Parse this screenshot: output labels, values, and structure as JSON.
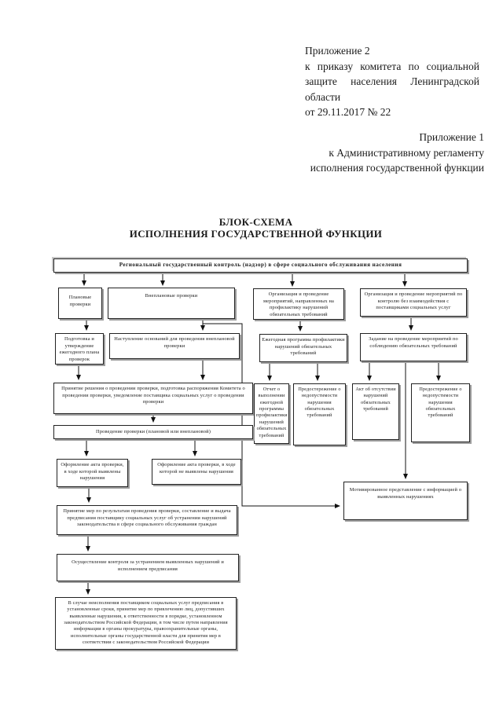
{
  "document": {
    "stamp": {
      "lines": [
        "Приложение 2",
        "к приказу комитета по социальной",
        "защите населения Ленинградской",
        "области",
        "от 29.11.2017 № 22"
      ]
    },
    "appendix": {
      "lines": [
        "Приложение 1",
        "к Административному регламенту",
        "исполнения государственной функции"
      ]
    },
    "title": {
      "line1": "БЛОК-СХЕМА",
      "line2": "ИСПОЛНЕНИЯ ГОСУДАРСТВЕННОЙ ФУНКЦИИ"
    }
  },
  "flowchart": {
    "banner": "Региональный государственный контроль (надзор) в сфере социального обслуживания населения",
    "nodes": {
      "planned_checks": "Плановые проверки",
      "unplanned_checks": "Внеплановые проверки",
      "prevention_org": "Организация и проведение мероприятий, направленных на профилактику нарушений обязательных требований",
      "no_interaction_org": "Организация и проведение мероприятий по контролю без взаимодействия с поставщиками социальных услуг",
      "annual_plan": "Подготовка и утверждение ежегодного плана проверок",
      "grounds": "Наступление оснований для проведения внеплановой проверки",
      "annual_program": "Ежегодная программа профилактики нарушений обязательных требований",
      "assignment": "Задание на проведение мероприятий по соблюдению обязательных требований",
      "decision": "Принятие решения о проведении проверки, подготовка распоряжения Комитета о проведении проверки, уведомление поставщика социальных услуг о проведении проверки",
      "report": "Отчет о выполнении ежегодной программы профилактики нарушений обязательных требований",
      "warning_left": "Предостережение о недопустимости нарушения обязательных требований",
      "act_no_violations": "Акт об отсутствии нарушений обязательных требований",
      "warning_right": "Предостережение о недопустимости нарушения обязательных требований",
      "check_execution": "Проведение проверки (плановой или внеплановой)",
      "act_violations": "Оформление акта проверки, в ходе которой выявлены нарушения",
      "act_clean": "Оформление акта проверки, в ходе которой не выявлены нарушения",
      "motivated_submission": "Мотивированное представление с информацией о выявленных нарушениях",
      "measures": "Принятие мер по результатам проведения проверки, составление и выдача предписания поставщику социальных услуг об устранении нарушений законодательства в сфере социального обслуживания граждан",
      "control": "Осуществление контроля за устранением выявленных нарушений и исполнением предписания",
      "non_execution": "В случае неисполнения поставщиком социальных услуг предписания в установленные сроки, принятие мер по привлечению лиц, допустивших выявленные нарушения, к ответственности в порядке, установленном законодательством Российской Федерации, в том числе путем направления информации в органы прокуратуры, правоохранительные органы, исполнительные органы государственной власти для принятия мер в соответствии с законодательством Российской Федерации"
    },
    "colors": {
      "border": "#222222",
      "shadow": "#9e9e9e",
      "background": "#ffffff"
    }
  }
}
